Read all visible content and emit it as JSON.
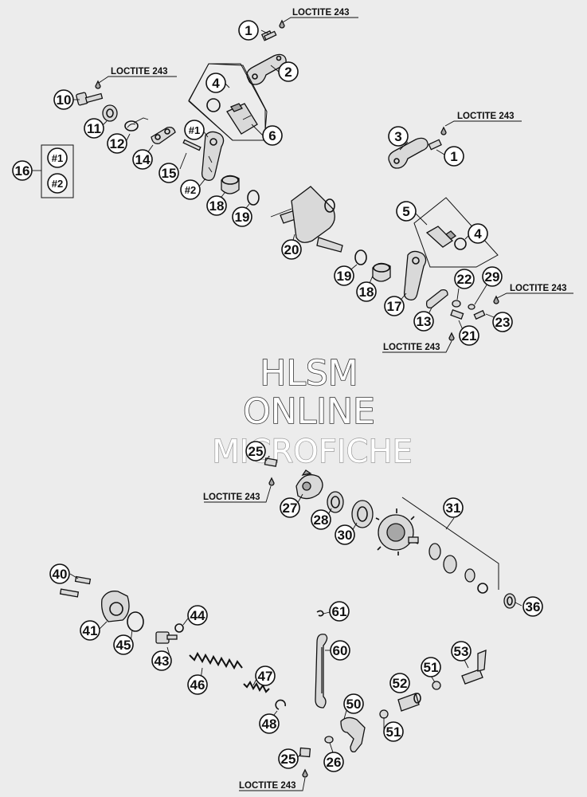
{
  "watermark": {
    "line1": "HLSM",
    "line2": "ONLINE",
    "line3": "MICROFICHE"
  },
  "loctite_callouts": [
    {
      "id": "loc-1",
      "text": "LOCTITE 243"
    },
    {
      "id": "loc-10",
      "text": "LOCTITE 243"
    },
    {
      "id": "loc-1b",
      "text": "LOCTITE 243"
    },
    {
      "id": "loc-23",
      "text": "LOCTITE 243"
    },
    {
      "id": "loc-21",
      "text": "LOCTITE 243"
    },
    {
      "id": "loc-25a",
      "text": "LOCTITE 243"
    },
    {
      "id": "loc-25b",
      "text": "LOCTITE 243"
    }
  ],
  "callouts": [
    {
      "id": "c1a",
      "label": "1"
    },
    {
      "id": "c2",
      "label": "2"
    },
    {
      "id": "c4a",
      "label": "4"
    },
    {
      "id": "c6",
      "label": "6"
    },
    {
      "id": "c10",
      "label": "10"
    },
    {
      "id": "c11",
      "label": "11"
    },
    {
      "id": "c12",
      "label": "12"
    },
    {
      "id": "c14",
      "label": "14"
    },
    {
      "id": "c15",
      "label": "15"
    },
    {
      "id": "c1v",
      "label": "#1"
    },
    {
      "id": "c2v",
      "label": "#2"
    },
    {
      "id": "c16",
      "label": "16"
    },
    {
      "id": "c16a",
      "label": "#1"
    },
    {
      "id": "c16b",
      "label": "#2"
    },
    {
      "id": "c3",
      "label": "3"
    },
    {
      "id": "c1b",
      "label": "1"
    },
    {
      "id": "c18a",
      "label": "18"
    },
    {
      "id": "c19a",
      "label": "19"
    },
    {
      "id": "c20",
      "label": "20"
    },
    {
      "id": "c5",
      "label": "5"
    },
    {
      "id": "c4b",
      "label": "4"
    },
    {
      "id": "c19b",
      "label": "19"
    },
    {
      "id": "c18b",
      "label": "18"
    },
    {
      "id": "c17",
      "label": "17"
    },
    {
      "id": "c22",
      "label": "22"
    },
    {
      "id": "c29",
      "label": "29"
    },
    {
      "id": "c13",
      "label": "13"
    },
    {
      "id": "c21",
      "label": "21"
    },
    {
      "id": "c23",
      "label": "23"
    },
    {
      "id": "c25a",
      "label": "25"
    },
    {
      "id": "c27",
      "label": "27"
    },
    {
      "id": "c28",
      "label": "28"
    },
    {
      "id": "c30",
      "label": "30"
    },
    {
      "id": "c31",
      "label": "31"
    },
    {
      "id": "c36",
      "label": "36"
    },
    {
      "id": "c40",
      "label": "40"
    },
    {
      "id": "c41",
      "label": "41"
    },
    {
      "id": "c45",
      "label": "45"
    },
    {
      "id": "c44",
      "label": "44"
    },
    {
      "id": "c43",
      "label": "43"
    },
    {
      "id": "c46",
      "label": "46"
    },
    {
      "id": "c47",
      "label": "47"
    },
    {
      "id": "c48",
      "label": "48"
    },
    {
      "id": "c61",
      "label": "61"
    },
    {
      "id": "c60",
      "label": "60"
    },
    {
      "id": "c50",
      "label": "50"
    },
    {
      "id": "c51a",
      "label": "51"
    },
    {
      "id": "c51b",
      "label": "51"
    },
    {
      "id": "c52",
      "label": "52"
    },
    {
      "id": "c53",
      "label": "53"
    },
    {
      "id": "c25b",
      "label": "25"
    },
    {
      "id": "c26",
      "label": "26"
    }
  ]
}
